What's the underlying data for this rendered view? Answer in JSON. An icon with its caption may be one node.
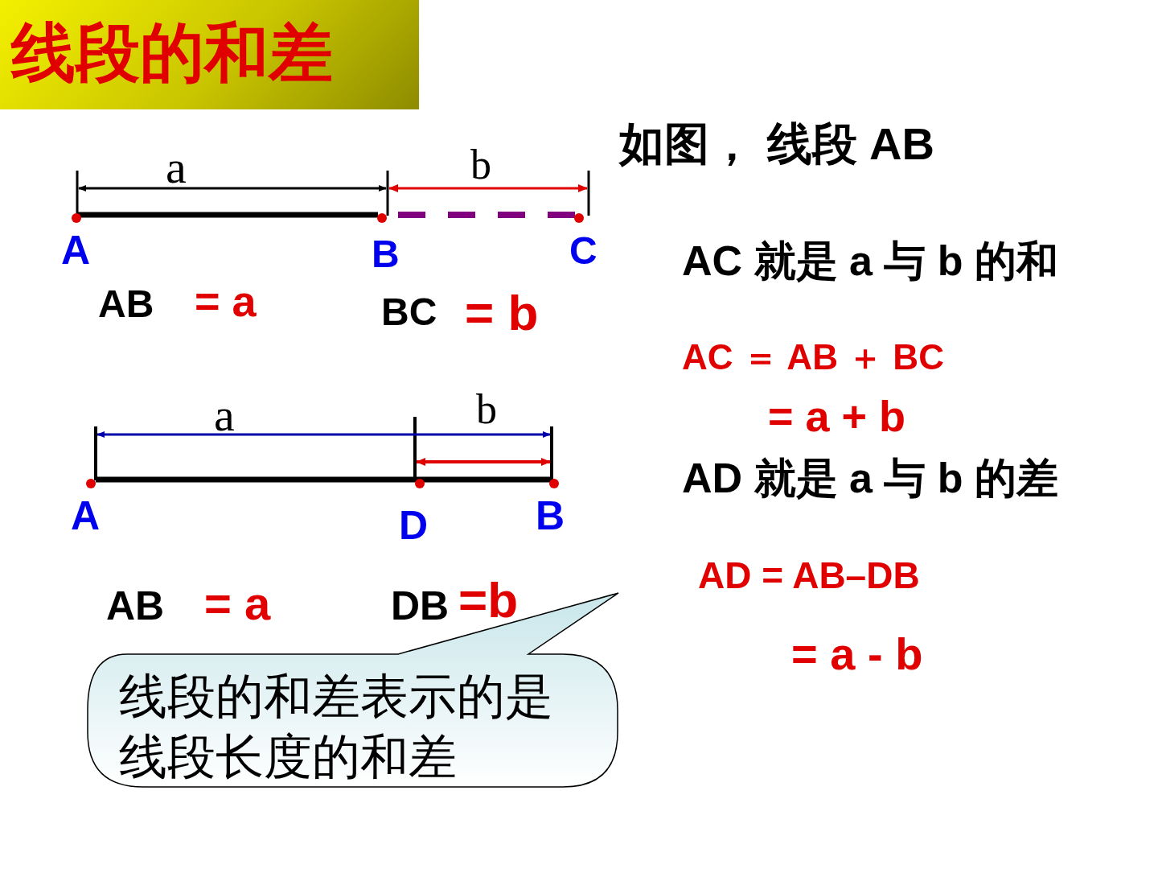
{
  "diagram": {
    "nodes": [
      {
        "text": [
          "线段的和差"
        ]
      },
      {
        "text": [
          "线段的和差表示的是线段长度的和差"
        ]
      }
    ],
    "labels": [
      "如图， 线段 AB",
      "a",
      "b",
      "A",
      "B",
      "C",
      "AB",
      "= a",
      "BC",
      "= b",
      "AC 就是 a 与 b 的和",
      "AC ＝ AB ＋ BC",
      "= a + b",
      "a",
      "b",
      "A",
      "D",
      "B",
      "AB",
      "= a",
      "DB",
      "=b",
      "AD 就是 a 与 b 的差",
      "AD = AB–DB",
      "= a - b"
    ]
  }
}
